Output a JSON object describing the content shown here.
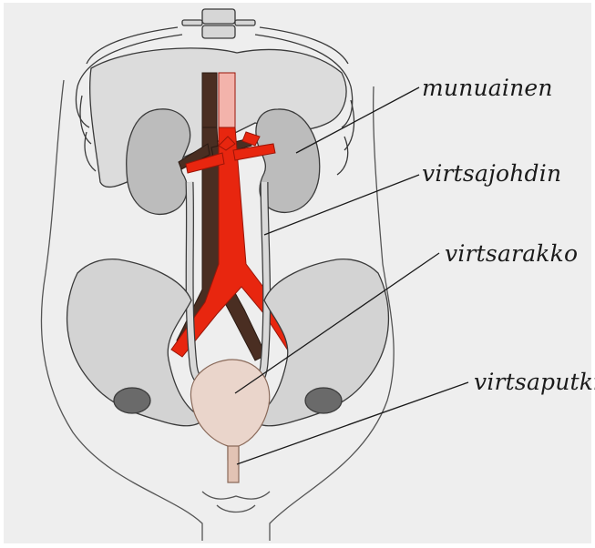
{
  "figure": {
    "labels": {
      "kidney": "munuainen",
      "ureter": "virtsajohdin",
      "bladder": "virtsarakko",
      "urethra": "virtsaputki"
    }
  },
  "colors": {
    "background": "#eeeeee",
    "bone": "#d3d3d3",
    "outline": "#3a3a3a",
    "artery": "#e8260f",
    "vein": "#4a2e22",
    "bladder": "#ead5cb",
    "kidney": "#bbbbbb",
    "liver": "#dcdcdc"
  }
}
